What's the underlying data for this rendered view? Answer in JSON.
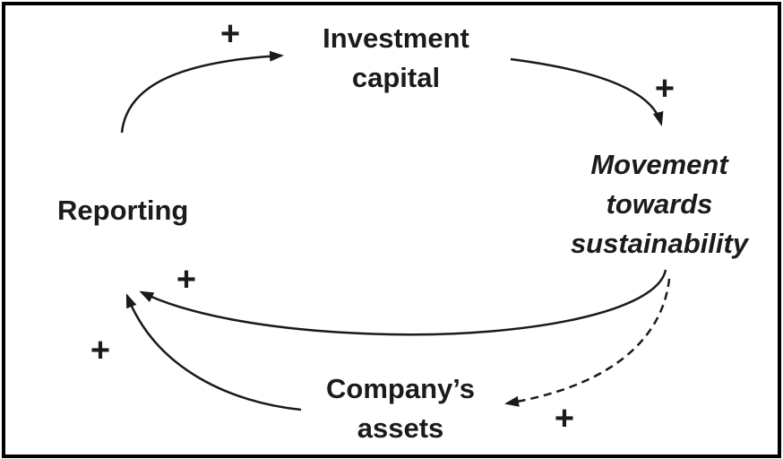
{
  "diagram": {
    "type": "causal-loop-diagram",
    "colors": {
      "background": "#ffffff",
      "border": "#000000",
      "line": "#1a1a1a",
      "text": "#1b1b1b"
    },
    "nodes": {
      "investment_capital": {
        "lines": [
          "Investment",
          "capital"
        ]
      },
      "movement_towards_sustainability": {
        "lines": [
          "Movement",
          "towards",
          "sustainability"
        ]
      },
      "reporting": {
        "lines": [
          "Reporting"
        ]
      },
      "company_assets": {
        "lines": [
          "Company’s",
          "assets"
        ]
      }
    },
    "links": [
      {
        "from": "Reporting",
        "to": "Investment capital",
        "polarity": "+",
        "style": "solid"
      },
      {
        "from": "Investment capital",
        "to": "Movement towards sustainability",
        "polarity": "+",
        "style": "solid"
      },
      {
        "from": "Movement towards sustainability",
        "to": "Reporting",
        "polarity": "+",
        "style": "solid"
      },
      {
        "from": "Company’s assets",
        "to": "Reporting",
        "polarity": "+",
        "style": "solid"
      },
      {
        "from": "Movement towards sustainability",
        "to": "Company’s assets",
        "polarity": "+",
        "style": "dashed"
      }
    ]
  }
}
